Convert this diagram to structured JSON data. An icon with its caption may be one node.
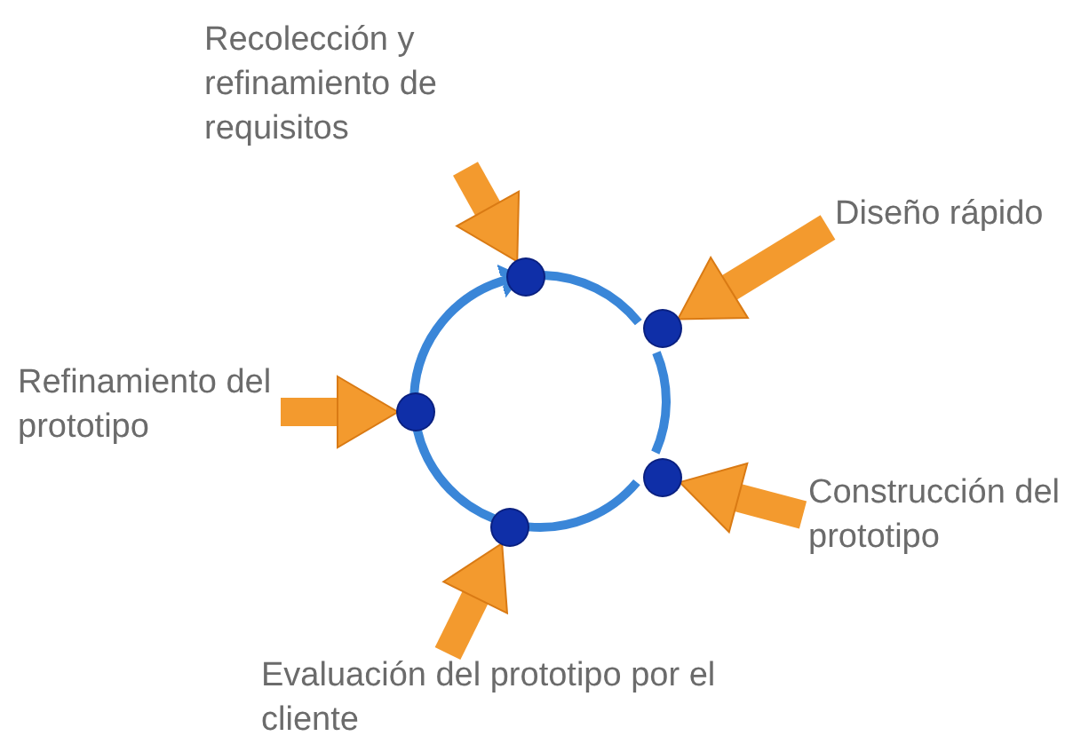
{
  "diagram": {
    "nodes": [
      {
        "text": [
          "Recolección y refinamiento de requisitos"
        ]
      },
      {
        "text": [],
        "shape": "circle"
      },
      {
        "text": [
          "Diseño rápido"
        ]
      },
      {
        "text": [],
        "shape": "circle"
      },
      {
        "text": [
          "Construcción del prototipo"
        ]
      },
      {
        "text": [],
        "shape": "circle"
      },
      {
        "text": [
          "Evaluación del prototipo por el cliente"
        ]
      },
      {
        "text": [],
        "shape": "circle"
      },
      {
        "text": [
          "Refinamiento del prototipo"
        ]
      },
      {
        "text": [],
        "shape": "circle"
      }
    ],
    "edges": [
      {
        "from": 0,
        "to": 1,
        "arrow": "to",
        "style": "thick",
        "color": "#f39a2e"
      },
      {
        "from": 2,
        "to": 3,
        "arrow": "to",
        "style": "thick",
        "color": "#f39a2e"
      },
      {
        "from": 4,
        "to": 5,
        "arrow": "to",
        "style": "thick",
        "color": "#f39a2e"
      },
      {
        "from": 6,
        "to": 7,
        "arrow": "to",
        "style": "thick",
        "color": "#f39a2e"
      },
      {
        "from": 8,
        "to": 9,
        "arrow": "to",
        "style": "thick",
        "color": "#f39a2e"
      },
      {
        "from": 1,
        "to": 3,
        "arrow": "none",
        "color": "#3a86d8"
      },
      {
        "from": 3,
        "to": 5,
        "arrow": "none",
        "color": "#3a86d8"
      },
      {
        "from": 5,
        "to": 7,
        "arrow": "none",
        "color": "#3a86d8"
      },
      {
        "from": 7,
        "to": 9,
        "arrow": "none",
        "color": "#3a86d8"
      },
      {
        "from": 9,
        "to": 1,
        "arrow": "to",
        "color": "#3a86d8"
      }
    ]
  }
}
